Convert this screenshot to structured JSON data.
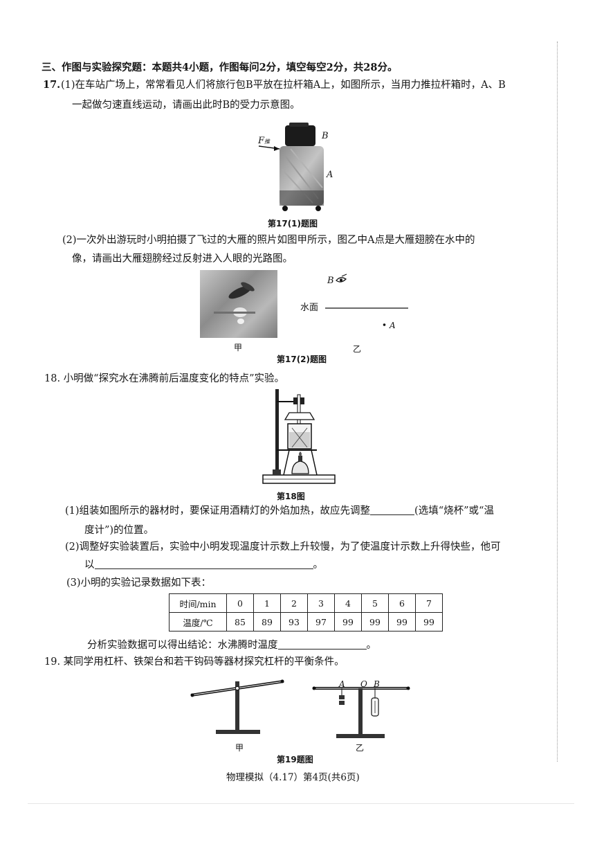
{
  "section_header": "三、作图与实验探究题：本题共4小题，作图每问2分，填空每空2分，共28分。",
  "q17": {
    "number": "17.",
    "part1_line1": "(1)在车站广场上，常常看见人们将旅行包B平放在拉杆箱A上，如图所示，当用力推拉杆箱时，A、B",
    "part1_line2": "一起做匀速直线运动，请画出此时B的受力示意图。",
    "fig1_force_label": "F",
    "fig1_force_sub": "推",
    "fig1_label_b": "B",
    "fig1_label_a": "A",
    "fig1_caption": "第17(1)题图",
    "part2_line1": "(2)一次外出游玩时小明拍摄了飞过的大雁的照片如图甲所示，图乙中A点是大雁翅膀在水中的",
    "part2_line2": "像，请画出大雁翅膀经过反射进入人眼的光路图。",
    "fig2_label_b": "B",
    "fig2_water": "水面",
    "fig2_label_a": "A",
    "fig2_jia": "甲",
    "fig2_yi": "乙",
    "fig2_caption": "第17(2)题图"
  },
  "q18": {
    "title": "18. 小明做“探究水在沸腾前后温度变化的特点”实验。",
    "fig_caption": "第18图",
    "p1_line1_a": "(1)组装如图所示的器材时，要保证用酒精灯的外焰加热，故应先调整",
    "p1_line1_b": "(选填“烧杯”或“温",
    "p1_line2": "度计”)的位置。",
    "p2_line1": "(2)调整好实验装置后，实验中小明发现温度计示数上升较慢，为了使温度计示数上升得快些，他可",
    "p2_line2_a": "以",
    "p2_line2_b": "。",
    "p3": "(3)小明的实验记录数据如下表：",
    "table": {
      "row1_label": "时间/min",
      "row1": [
        "0",
        "1",
        "2",
        "3",
        "4",
        "5",
        "6",
        "7"
      ],
      "row2_label": "温度/℃",
      "row2": [
        "85",
        "89",
        "93",
        "97",
        "99",
        "99",
        "99",
        "99"
      ]
    },
    "conclusion_a": "分析实验数据可以得出结论：水沸腾时温度",
    "conclusion_b": "。"
  },
  "q19": {
    "title": "19. 某同学用杠杆、铁架台和若干钩码等器材探究杠杆的平衡条件。",
    "label_a": "A",
    "label_o": "O",
    "label_b": "B",
    "jia": "甲",
    "yi": "乙",
    "fig_caption": "第19题图"
  },
  "footer": "物理模拟（4.17）第4页(共6页)"
}
